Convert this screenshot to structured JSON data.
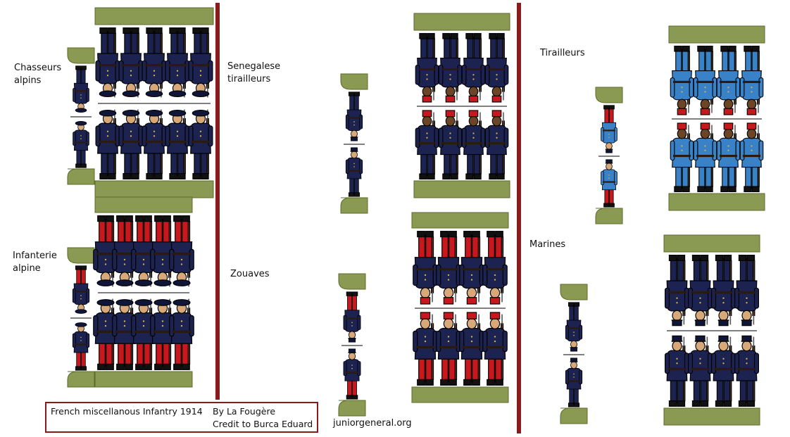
{
  "labels": {
    "chasseurs": "Chasseurs\nalpins",
    "senegalese": "Senegalese\ntirailleurs",
    "infanterie": "Infanterie\nalpine",
    "zouaves": "Zouaves",
    "tirailleurs": "Tirailleurs",
    "marines": "Marines"
  },
  "credit": {
    "title": "French miscellanous Infantry 1914",
    "author": "By La Fougère",
    "thanks": "Credit to Burca Eduard"
  },
  "website": "juniorgeneral.org",
  "colors": {
    "base": "#8b9a52",
    "base_edge": "#5e6b2f",
    "navy": "#1c2350",
    "navy_dark": "#10153a",
    "red": "#c8181e",
    "horizon_blue": "#3a82c8",
    "skin": "#d8a878",
    "skin_dark": "#6b4526",
    "divider": "#8b1a1a",
    "outline": "#000000"
  }
}
